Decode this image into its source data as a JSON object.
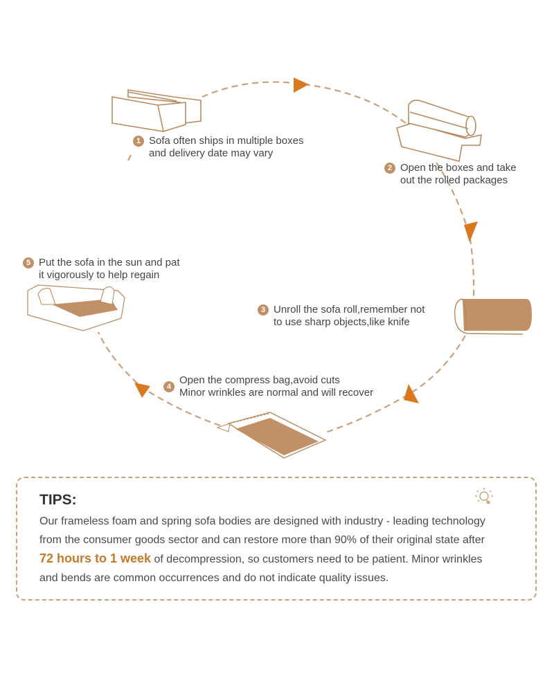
{
  "diagram": {
    "type": "cycle",
    "accent_color": "#d9791f",
    "line_color": "#c8a07c",
    "fill_color": "#c19066",
    "steps": [
      {
        "number": "1",
        "icon": "stacked-boxes-icon",
        "line1": "Sofa often ships in multiple boxes",
        "line2": "and delivery date may vary"
      },
      {
        "number": "2",
        "icon": "open-box-roll-icon",
        "line1": "Open the boxes and take",
        "line2": "out the rolled packages"
      },
      {
        "number": "3",
        "icon": "sofa-roll-icon",
        "line1": "Unroll the sofa roll,remember not",
        "line2": "to use sharp objects,like knife"
      },
      {
        "number": "4",
        "icon": "compress-bag-icon",
        "line1": "Open the compress bag,avoid cuts",
        "line2": "Minor wrinkles are normal and will recover"
      },
      {
        "number": "5",
        "icon": "hands-patting-sofa-icon",
        "line1": "Put the sofa in the sun and pat",
        "line2": "it vigorously to help regain"
      }
    ]
  },
  "tips": {
    "title": "TIPS:",
    "icon": "lightbulb-icon",
    "line1": "Our frameless foam and spring sofa bodies are designed with industry - leading technology",
    "line2": "from the consumer goods sector and can restore more than 90% of their original state after",
    "highlight": "72 hours to 1 week",
    "line3_rest": " of decompression, so customers need to be patient. Minor wrinkles",
    "line4": "and bends are common occurrences and do not indicate quality issues."
  }
}
